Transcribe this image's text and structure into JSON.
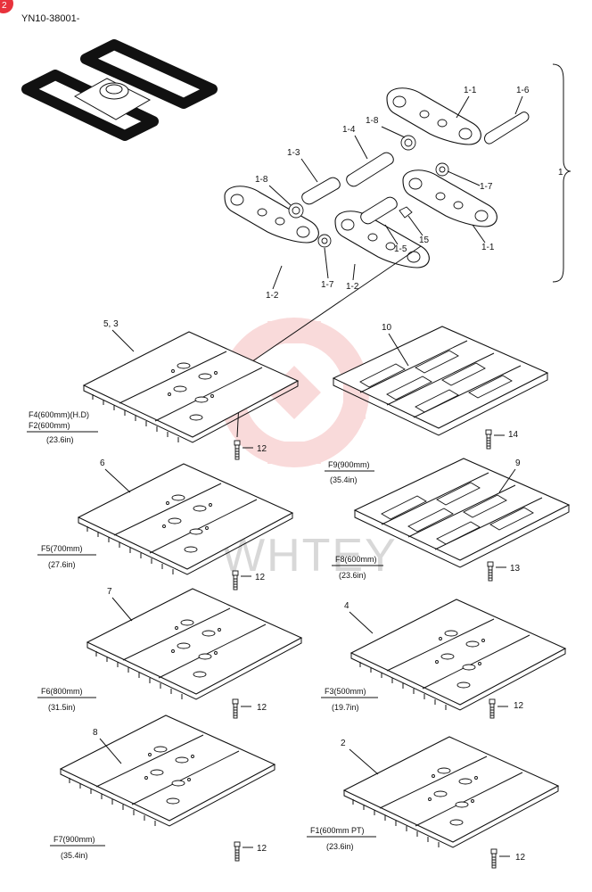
{
  "header": {
    "code": "YN10-38001-",
    "badge": "2"
  },
  "assembly": {
    "group_number": "1",
    "labels": [
      "1-1",
      "1-6",
      "1-8",
      "1-4",
      "1-3",
      "1-8",
      "1-7",
      "15",
      "1-1",
      "1-5",
      "1-7",
      "1-2",
      "1-2"
    ]
  },
  "shoes": [
    {
      "id": "5,3",
      "ref": "5, 3",
      "spec": [
        "F4(600mm)(H.D)",
        "F2(600mm)"
      ],
      "inch": "(23.6in)",
      "bolt": "12"
    },
    {
      "id": "10",
      "ref": "10",
      "spec": [
        "F9(900mm)"
      ],
      "inch": "(35.4in)",
      "bolt": "14"
    },
    {
      "id": "6",
      "ref": "6",
      "spec": [
        "F5(700mm)"
      ],
      "inch": "(27.6in)",
      "bolt": "12"
    },
    {
      "id": "9",
      "ref": "9",
      "spec": [
        "F8(600mm)"
      ],
      "inch": "(23.6in)",
      "bolt": "13"
    },
    {
      "id": "7",
      "ref": "7",
      "spec": [
        "F6(800mm)"
      ],
      "inch": "(31.5in)",
      "bolt": "12"
    },
    {
      "id": "4",
      "ref": "4",
      "spec": [
        "F3(500mm)"
      ],
      "inch": "(19.7in)",
      "bolt": "12"
    },
    {
      "id": "8",
      "ref": "8",
      "spec": [
        "F7(900mm)"
      ],
      "inch": "(35.4in)",
      "bolt": "12"
    },
    {
      "id": "2",
      "ref": "2",
      "spec": [
        "F1(600mm PT)"
      ],
      "inch": "(23.6in)",
      "bolt": "12"
    }
  ],
  "watermark": {
    "text": "WHTEY",
    "color": "#e85a5a"
  },
  "colors": {
    "badge": "#e8323c",
    "ink": "#111111"
  }
}
